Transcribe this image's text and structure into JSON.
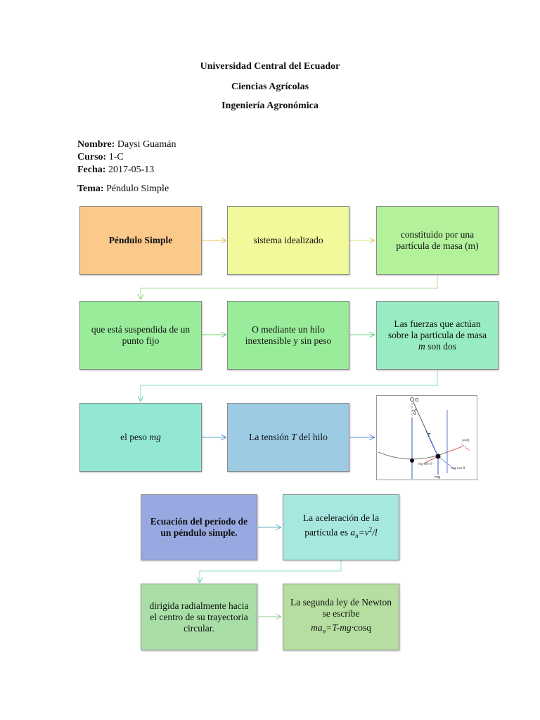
{
  "header": {
    "university": "Universidad Central del Ecuador",
    "faculty": "Ciencias Agrícolas",
    "career": "Ingeniería Agronómica"
  },
  "info": {
    "nombre_label": "Nombre:",
    "nombre": "Daysi Guamán",
    "curso_label": "Curso:",
    "curso": "1-C",
    "fecha_label": "Fecha:",
    "fecha": "2017-05-13",
    "tema_label": "Tema:",
    "tema": "Péndulo Simple"
  },
  "boxes": {
    "b1": "Péndulo Simple",
    "b2": "sistema idealizado",
    "b3": "constituido por una partícula de masa (m)",
    "b4": "que está suspendida de un punto fijo",
    "b5": "O mediante un hilo inextensible y sin peso",
    "b6_a": "Las fuerzas que actúan sobre la partícula de masa ",
    "b6_var": "m",
    "b6_b": " son dos",
    "b7_a": "el peso ",
    "b7_var": "mg",
    "b8_a": "La tensión ",
    "b8_var": "T",
    "b8_b": " del hilo",
    "b9": "Ecuación del período de un péndulo simple.",
    "b10_a": "La aceleración de la partícula es ",
    "b10_formula": "a",
    "b10_sub": "n",
    "b10_eq": "=v",
    "b10_sup": "2",
    "b10_end": "/l",
    "b11": "dirigida radialmente hacia el centro de su trayectoria circular.",
    "b12_a": "La segunda ley de Newton se escribe",
    "b12_m": "ma",
    "b12_sub": "n",
    "b12_rest": "=T-mg·",
    "b12_cos": "cosq"
  },
  "figure": {
    "origin_label": "O",
    "angle_label": "θ",
    "tension_label": "T",
    "v_label": "v=0",
    "mg_sin_label": "mg·sen θ",
    "mg_cos_label": "mg·cos θ",
    "mg_label": "mg"
  },
  "colors": {
    "orange": "#fbc98a",
    "yellow": "#f1f99a",
    "lightgreen": "#b3f29b",
    "green": "#98ec9a",
    "mint": "#98ecc2",
    "teal": "#92e8d3",
    "blue": "#9ccbe3",
    "periwinkle": "#97a9e0",
    "aqua": "#a6e8df",
    "sage": "#a9dfa7",
    "olive": "#b6dea0"
  }
}
